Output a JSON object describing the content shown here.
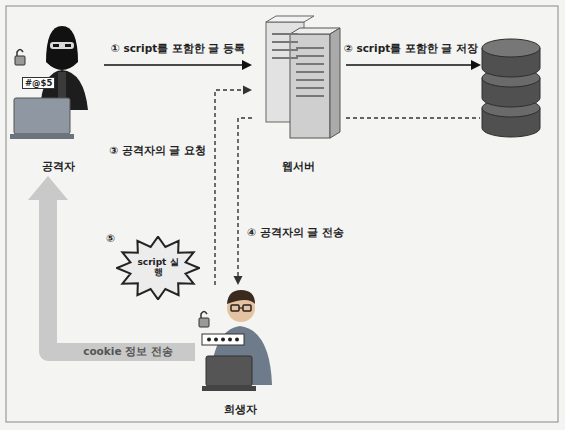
{
  "diagram": {
    "nodes": [
      {
        "text": [
          "공격자"
        ]
      },
      {
        "text": [
          "웹서버"
        ]
      },
      {
        "text": [
          "script 실행"
        ]
      },
      {
        "text": [
          "희생자"
        ]
      }
    ],
    "edges": [
      {
        "from": 0,
        "to": 1,
        "label": "① script를 포함한 글 등록",
        "arrow": "to"
      },
      {
        "from": 3,
        "to": 1,
        "label": "③ 공격자의 글 요청",
        "arrow": "to"
      },
      {
        "from": 1,
        "to": 3,
        "label": "④ 공격자의 글 전송",
        "arrow": "to"
      },
      {
        "from": 3,
        "to": 0,
        "label": "cookie 정보 전송",
        "arrow": "to"
      }
    ],
    "labels": [
      "#@$5",
      "② script를 포함한 글 저장",
      "⑤"
    ]
  }
}
